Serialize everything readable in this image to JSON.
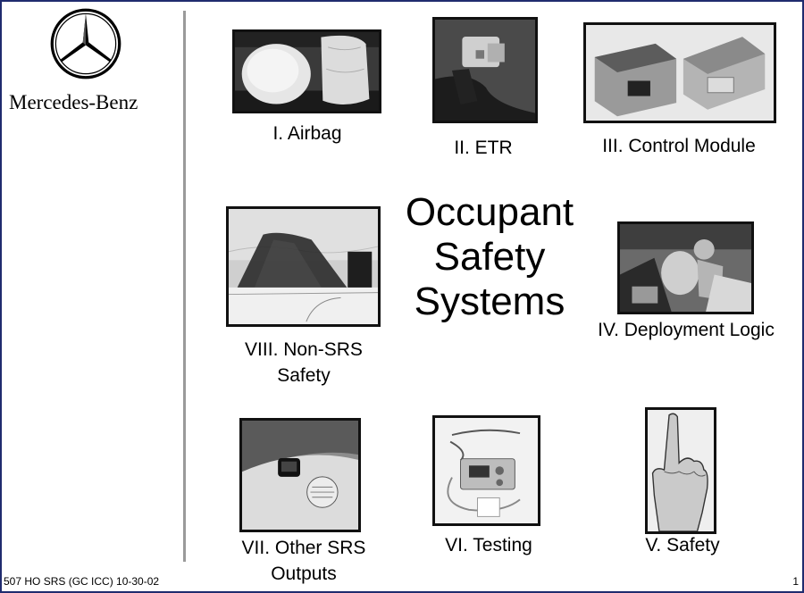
{
  "brand": {
    "name": "Mercedes-Benz"
  },
  "title": {
    "line1": "Occupant",
    "line2": "Safety",
    "line3": "Systems"
  },
  "items": {
    "airbag": {
      "label": "I. Airbag"
    },
    "etr": {
      "label": "II. ETR"
    },
    "control_module": {
      "label": "III. Control Module"
    },
    "deployment_logic": {
      "label": "IV. Deployment Logic"
    },
    "safety": {
      "label": "V. Safety"
    },
    "testing": {
      "label": "VI. Testing"
    },
    "other_srs": {
      "line1": "VII. Other SRS",
      "line2": "Outputs"
    },
    "non_srs": {
      "line1": "VIII. Non-SRS",
      "line2": "Safety"
    }
  },
  "footer": {
    "doc_code": "507 HO SRS (GC ICC) 10-30-02",
    "page_number": "1"
  },
  "colors": {
    "frame_border": "#1f2b6e",
    "divider": "#9a9a9a",
    "photo_border": "#111111"
  }
}
